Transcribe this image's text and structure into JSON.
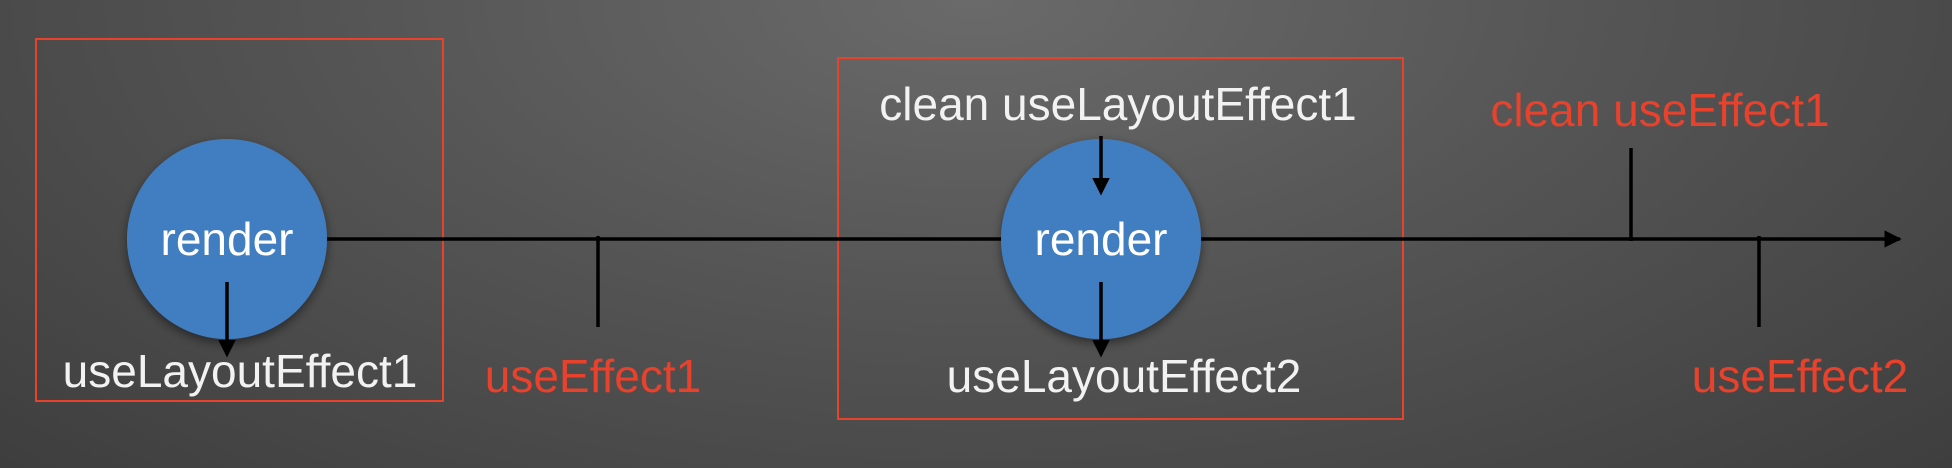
{
  "colors": {
    "accent_red": "#e8412c",
    "node_blue": "#3f7ec1",
    "label_white": "#f2f2f2",
    "timeline": "#000000"
  },
  "nodes": {
    "render1": "render",
    "render2": "render"
  },
  "labels": {
    "layout_effect_1": "useLayoutEffect1",
    "effect_1": "useEffect1",
    "clean_layout_effect_1": "clean useLayoutEffect1",
    "layout_effect_2": "useLayoutEffect2",
    "clean_effect_1": "clean useEffect1",
    "effect_2": "useEffect2"
  }
}
